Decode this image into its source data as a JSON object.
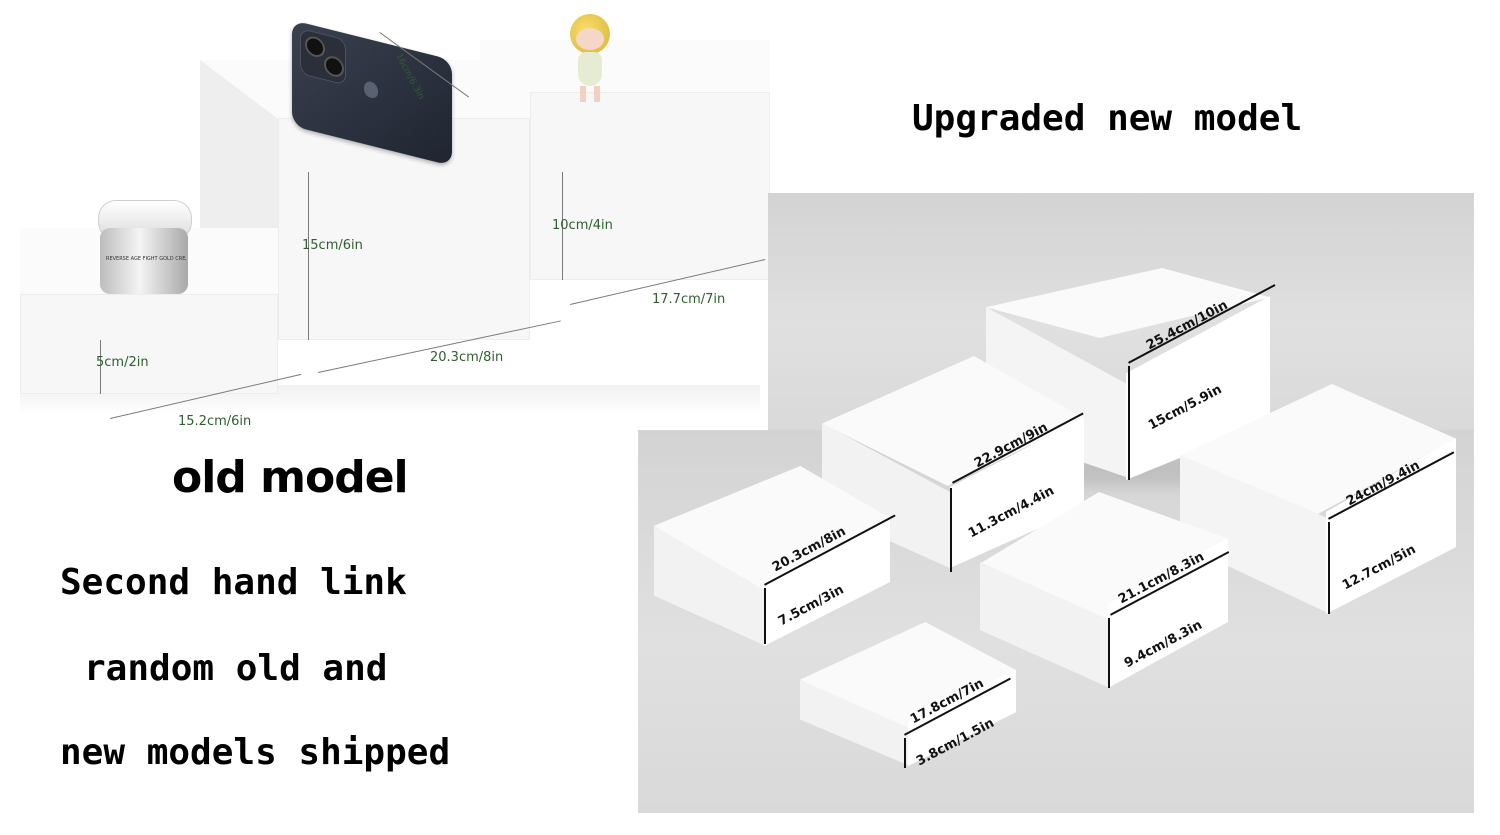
{
  "headings": {
    "upgraded": "Upgraded new model",
    "old": "old model"
  },
  "notes": [
    "Second hand link",
    "random old and",
    "new models shipped"
  ],
  "old_model": {
    "phone_dim": "16cm/6.3in",
    "tall_height": "15cm/6in",
    "right_height": "10cm/4in",
    "right_width": "17.7cm/7in",
    "mid_width": "20.3cm/8in",
    "small_height": "5cm/2in",
    "small_width": "15.2cm/6in",
    "jar_label": "REVERSE AGE FIGHT GOLD CREAM"
  },
  "new_model": {
    "blocks": [
      {
        "top": "25.4cm/10in",
        "height": "15cm/5.9in"
      },
      {
        "top": "22.9cm/9in",
        "height": "11.3cm/4.4in"
      },
      {
        "top": "24cm/9.4in",
        "height": "12.7cm/5in"
      },
      {
        "top": "20.3cm/8in",
        "height": "7.5cm/3in"
      },
      {
        "top": "21.1cm/8.3in",
        "height": "9.4cm/8.3in"
      },
      {
        "top": "17.8cm/7in",
        "height": "3.8cm/1.5in"
      }
    ]
  },
  "icons": [
    "phone-icon",
    "doll-figurine-icon",
    "cream-jar-icon"
  ],
  "colors": {
    "label_green": "#2f5e2f",
    "panel_gray": "#d9d9d9"
  }
}
